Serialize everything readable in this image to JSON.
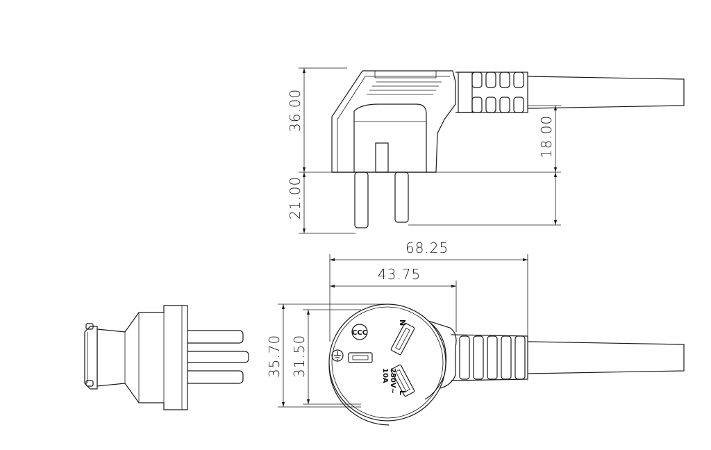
{
  "dimensions": {
    "overall_height": "36.00",
    "pin_center_height": "18.00",
    "pin_length": "21.00",
    "total_length": "68.25",
    "body_length": "43.75",
    "face_diameter": "35.70",
    "face_inner_diameter": "31.50"
  },
  "face_markings": {
    "rating_current": "10A",
    "rating_voltage": "250V~",
    "neutral_label": "N",
    "line_label": "L",
    "cert_mark": "CCC",
    "earth_symbol": "earth-symbol"
  }
}
